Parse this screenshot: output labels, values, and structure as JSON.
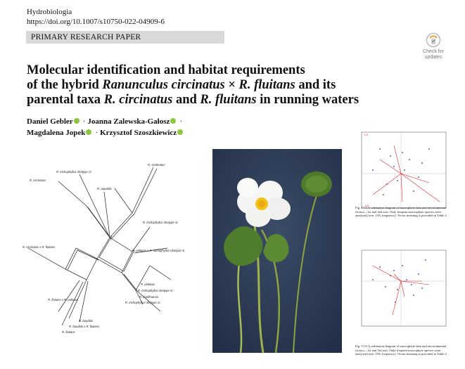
{
  "journal": {
    "name": "Hydrobiologia",
    "doi": "https://doi.org/10.1007/s10750-022-04909-6"
  },
  "banner": "PRIMARY RESEARCH PAPER",
  "check_updates": {
    "line1": "Check for",
    "line2": "updates"
  },
  "title": {
    "line1": "Molecular identification and habitat requirements",
    "line2_a": "of the hybrid ",
    "line2_b": "Ranunculus circinatus",
    "line2_c": " × ",
    "line2_d": "R. fluitans",
    "line2_e": " and its",
    "line3_a": "parental taxa ",
    "line3_b": "R. circinatus",
    "line3_c": " and ",
    "line3_d": "R. fluitans",
    "line3_e": " in running waters"
  },
  "authors": [
    "Daniel Gebler",
    "Joanna Zalewska-Gałosz",
    "Magdalena Jopek",
    "Krzysztof Szoszkiewicz"
  ],
  "author_separator": "·",
  "network_labels": {
    "tr3": "R. trichophyllus ribotype r3",
    "scel": "R. sceleratus",
    "circ": "R. circinatus",
    "aqua": "R. aquatilis",
    "tr6": "R. trichophyllus ribotype r6",
    "cxf": "R. circinatus x R. fluitans",
    "pxt": "R. peltatus x R. trichophyllus ribotype r6",
    "pelt": "R. peltatus",
    "tr1": "R. trichophyllus ribotype r1",
    "kauf": "R. kauffmannii",
    "tr2": "R. trichophyllus ribotype r2",
    "fxp": "R. fluitans x R. peltatus",
    "baud": "R. baudotii",
    "bxf": "R. baudotii x R. fluitans",
    "flu": "R. fluitans"
  },
  "fig4_caption": "Fig. 4 CCA ordination diagram of macrophyte data and environmental factors—1st and 2nd axis. Only frequent macrophyte species were analysed (over 15% frequency). Vector meaning is provided in Table 2",
  "fig5_caption": "Fig. 5 CCA ordination diagram of macrophyte data and environmental factors—1st and 3rd axis. Only frequent macrophyte species were analysed (over 15% frequency). Vector meaning is provided in Table 2",
  "colors": {
    "banner_bg": "#d9d9d9",
    "orcid": "#8cc63e",
    "vector": "#e0242b",
    "photo_bg": "#32405a"
  }
}
